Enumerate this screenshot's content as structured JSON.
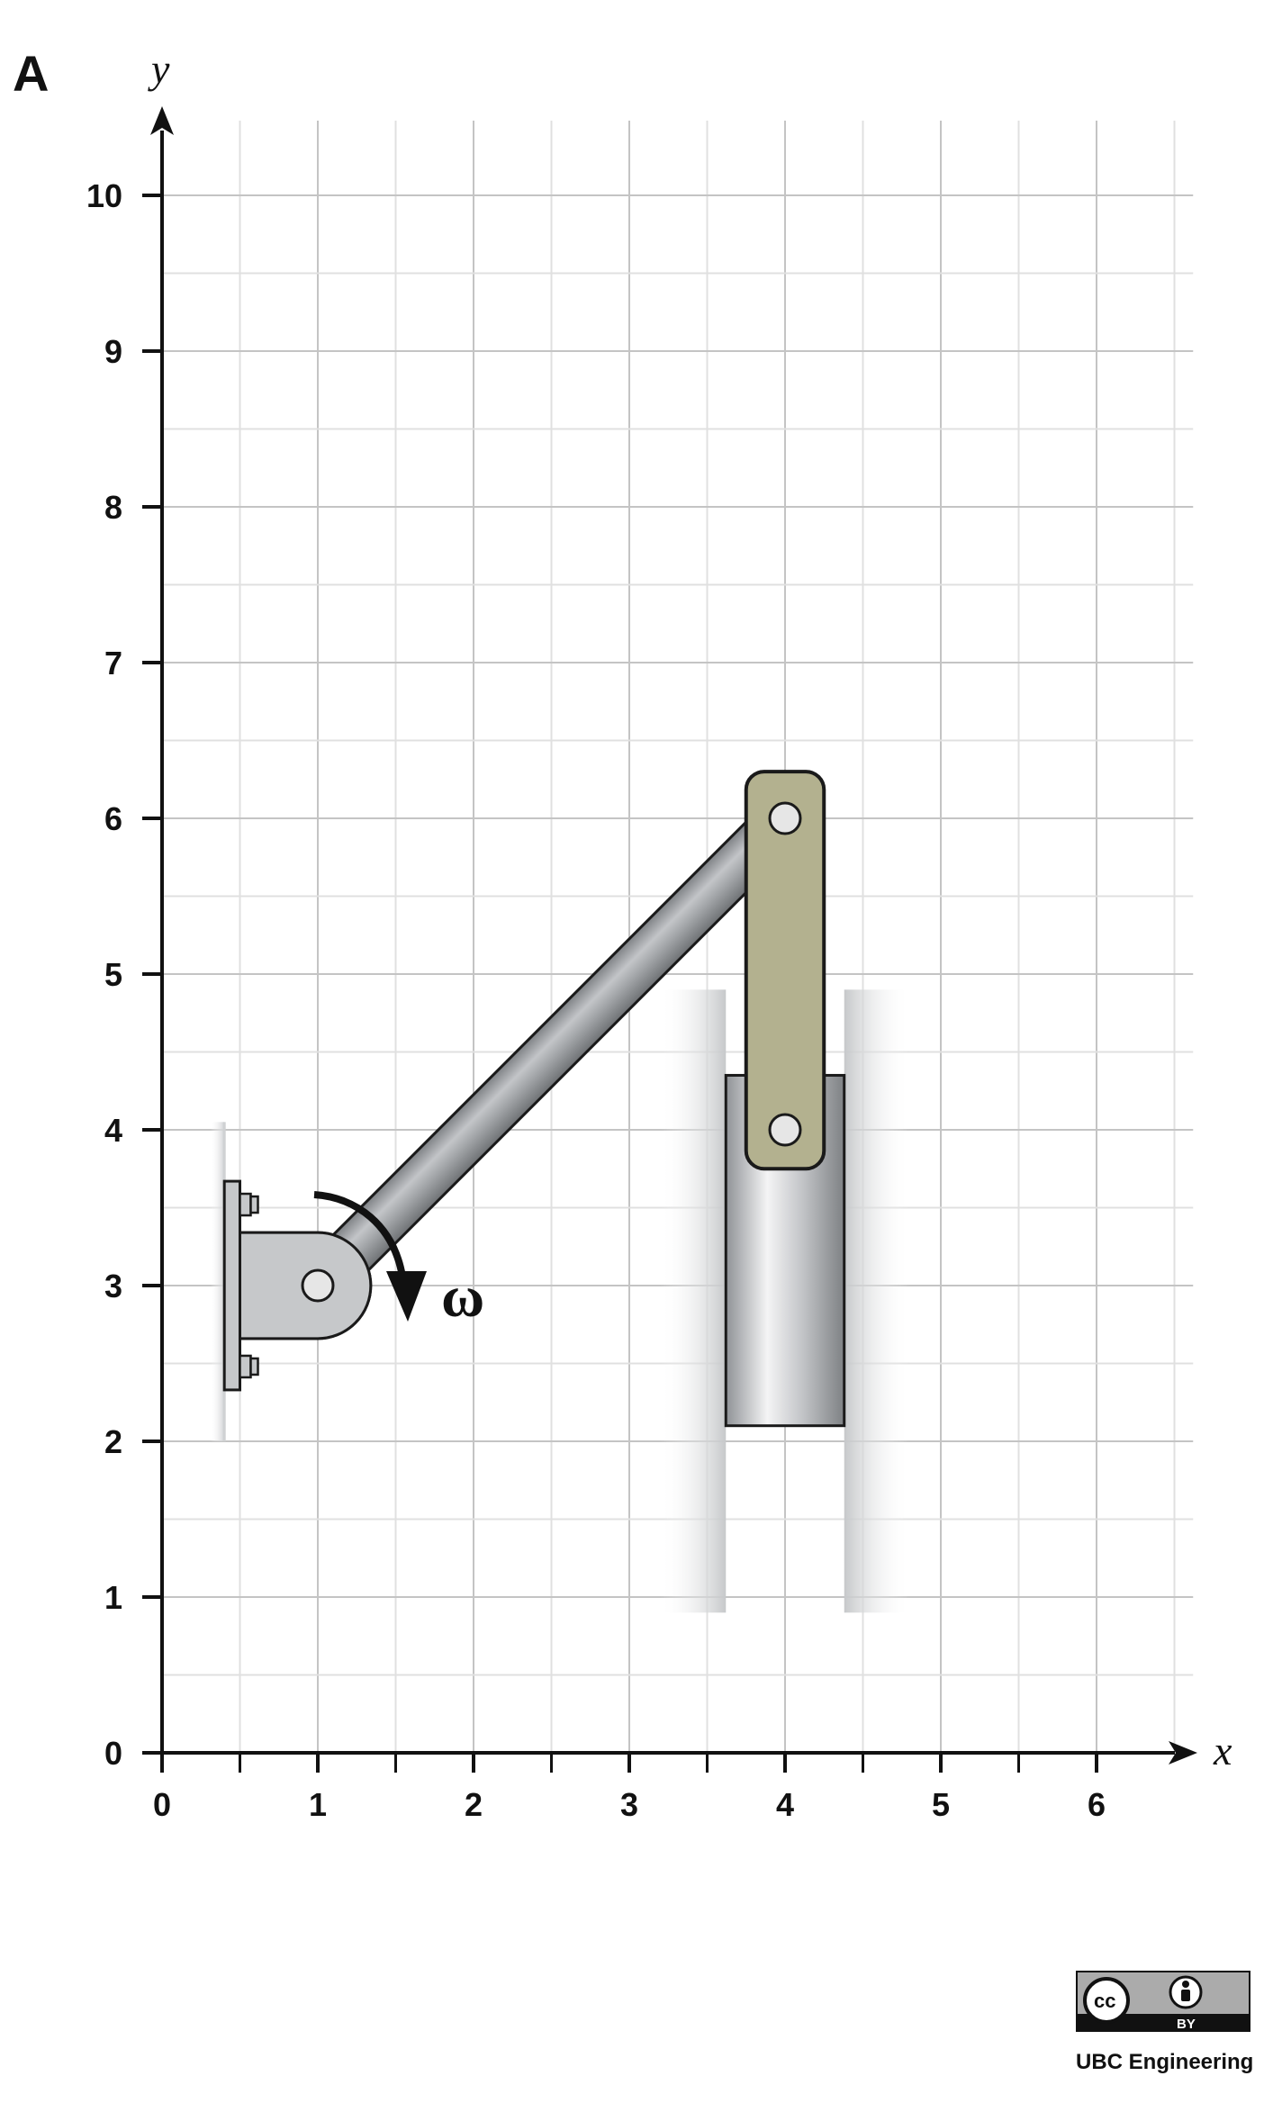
{
  "figure": {
    "panel_label": "A",
    "x_axis_label": "x",
    "y_axis_label": "y",
    "x_ticks": [
      "0",
      "1",
      "2",
      "3",
      "4",
      "5",
      "6"
    ],
    "y_ticks": [
      "0",
      "1",
      "2",
      "3",
      "4",
      "5",
      "6",
      "7",
      "8",
      "9",
      "10"
    ],
    "x_range": [
      0,
      6.5
    ],
    "y_range": [
      0,
      10.5
    ],
    "grid": true,
    "minor_grid_step": 0.5,
    "angular_velocity_label": "ω",
    "mechanism": {
      "crank_pivot": [
        1,
        3
      ],
      "crank_rod_end": [
        4,
        6
      ],
      "link_pins": [
        [
          4,
          6
        ],
        [
          4,
          4
        ]
      ],
      "slider_center_x": 4,
      "slider_y_range": [
        2.1,
        4.35
      ],
      "guide_y_range": [
        0.9,
        4.9
      ],
      "wall_y_range": [
        2.0,
        4.05
      ],
      "colors": {
        "rod": "#9a9c9f",
        "link": "#b3b18f",
        "bracket": "#c6c8ca",
        "slider": "#c9cbcd",
        "pin": "#e6e6e6",
        "outline": "#1a1a1a"
      }
    }
  },
  "license": {
    "cc_text": "cc",
    "by_text": "BY",
    "credit": "UBC Engineering"
  }
}
